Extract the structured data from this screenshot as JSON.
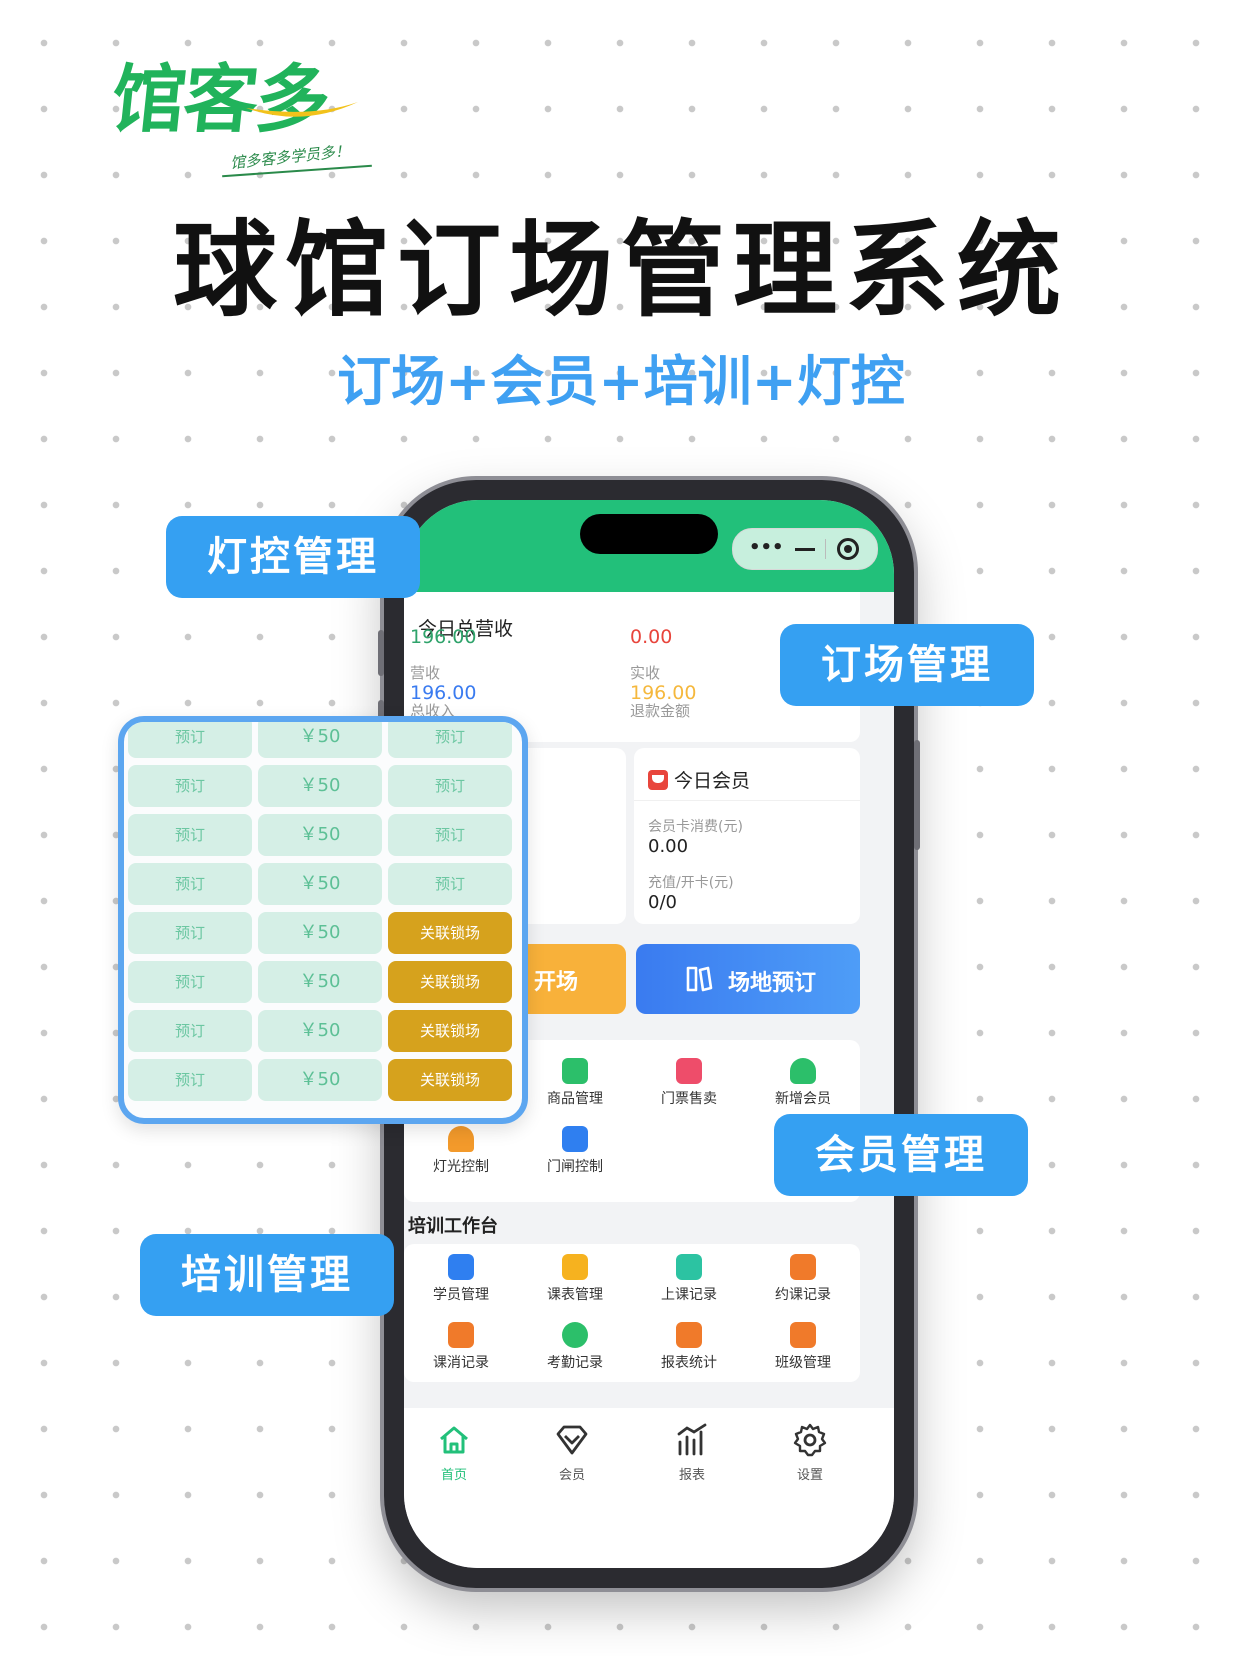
{
  "brand": {
    "logo_text": "馆客多",
    "slogan": "馆多客多学员多！"
  },
  "headline": {
    "title": "球馆订场管理系统",
    "subtitle": "订场+会员+培训+灯控"
  },
  "revenue": {
    "title": "今日总营收",
    "total_income_label": "总收入",
    "total_income": "196.00",
    "refund_label": "退款金额",
    "refund": "0.00",
    "turnover_label": "营收",
    "turnover": "196.00",
    "actual_label": "实收",
    "actual": "196.00"
  },
  "members_today": {
    "title": "今日会员",
    "card_spend_label": "会员卡消费(元)",
    "card_spend": "0.00",
    "recharge_label": "充值/开卡(元)",
    "recharge": "0/0"
  },
  "actions": {
    "open_label": "开场",
    "book_label": "场地预订"
  },
  "workbench": {
    "items": [
      {
        "label": "商品管理",
        "icon": "goods-icon",
        "color": "#2cbf6a"
      },
      {
        "label": "门票售卖",
        "icon": "ticket-icon",
        "color": "#ee4d6a"
      },
      {
        "label": "新增会员",
        "icon": "add-user-icon",
        "color": "#2cbf6a"
      },
      {
        "label": "灯光控制",
        "icon": "lamp-icon",
        "color": "#f39a2b"
      },
      {
        "label": "门闸控制",
        "icon": "gate-icon",
        "color": "#2f7ff0"
      }
    ]
  },
  "training": {
    "title": "培训工作台",
    "items": [
      {
        "label": "学员管理",
        "icon": "graduation-cap-icon",
        "color": "#2f7ff0"
      },
      {
        "label": "课表管理",
        "icon": "calendar-icon",
        "color": "#f6b21f"
      },
      {
        "label": "上课记录",
        "icon": "book-icon",
        "color": "#2cc3a2"
      },
      {
        "label": "约课记录",
        "icon": "appointment-icon",
        "color": "#f07a2a"
      },
      {
        "label": "课消记录",
        "icon": "consume-icon",
        "color": "#f07a2a"
      },
      {
        "label": "考勤记录",
        "icon": "attendance-icon",
        "color": "#2cbf6a"
      },
      {
        "label": "报表统计",
        "icon": "report-icon",
        "color": "#f07a2a"
      },
      {
        "label": "班级管理",
        "icon": "class-icon",
        "color": "#f07a2a"
      }
    ]
  },
  "tabbar": {
    "items": [
      {
        "label": "首页",
        "icon": "home-icon",
        "active": true
      },
      {
        "label": "会员",
        "icon": "vip-icon",
        "active": false
      },
      {
        "label": "报表",
        "icon": "chart-icon",
        "active": false
      },
      {
        "label": "设置",
        "icon": "gear-icon",
        "active": false
      }
    ]
  },
  "booking_table": {
    "book_label": "预订",
    "price": "￥50",
    "lock_label": "关联锁场",
    "rows": [
      [
        "预订",
        "￥50",
        "预订"
      ],
      [
        "预订",
        "￥50",
        "预订"
      ],
      [
        "预订",
        "￥50",
        "预订"
      ],
      [
        "预订",
        "￥50",
        "预订"
      ],
      [
        "预订",
        "￥50",
        "关联锁场"
      ],
      [
        "预订",
        "￥50",
        "关联锁场"
      ],
      [
        "预订",
        "￥50",
        "关联锁场"
      ],
      [
        "预订",
        "￥50",
        "关联锁场"
      ]
    ]
  },
  "badges": {
    "light": "灯控管理",
    "booking": "订场管理",
    "member": "会员管理",
    "training": "培训管理"
  },
  "colors": {
    "brand_green": "#21b35b",
    "header_green": "#22c07a",
    "accent_blue": "#35a0f2",
    "income_green": "#2fa36b",
    "refund_red": "#e8453c",
    "turnover_blue": "#3a7bf0",
    "actual_yellow": "#f5b83d",
    "lock_gold": "#d6a21d"
  }
}
